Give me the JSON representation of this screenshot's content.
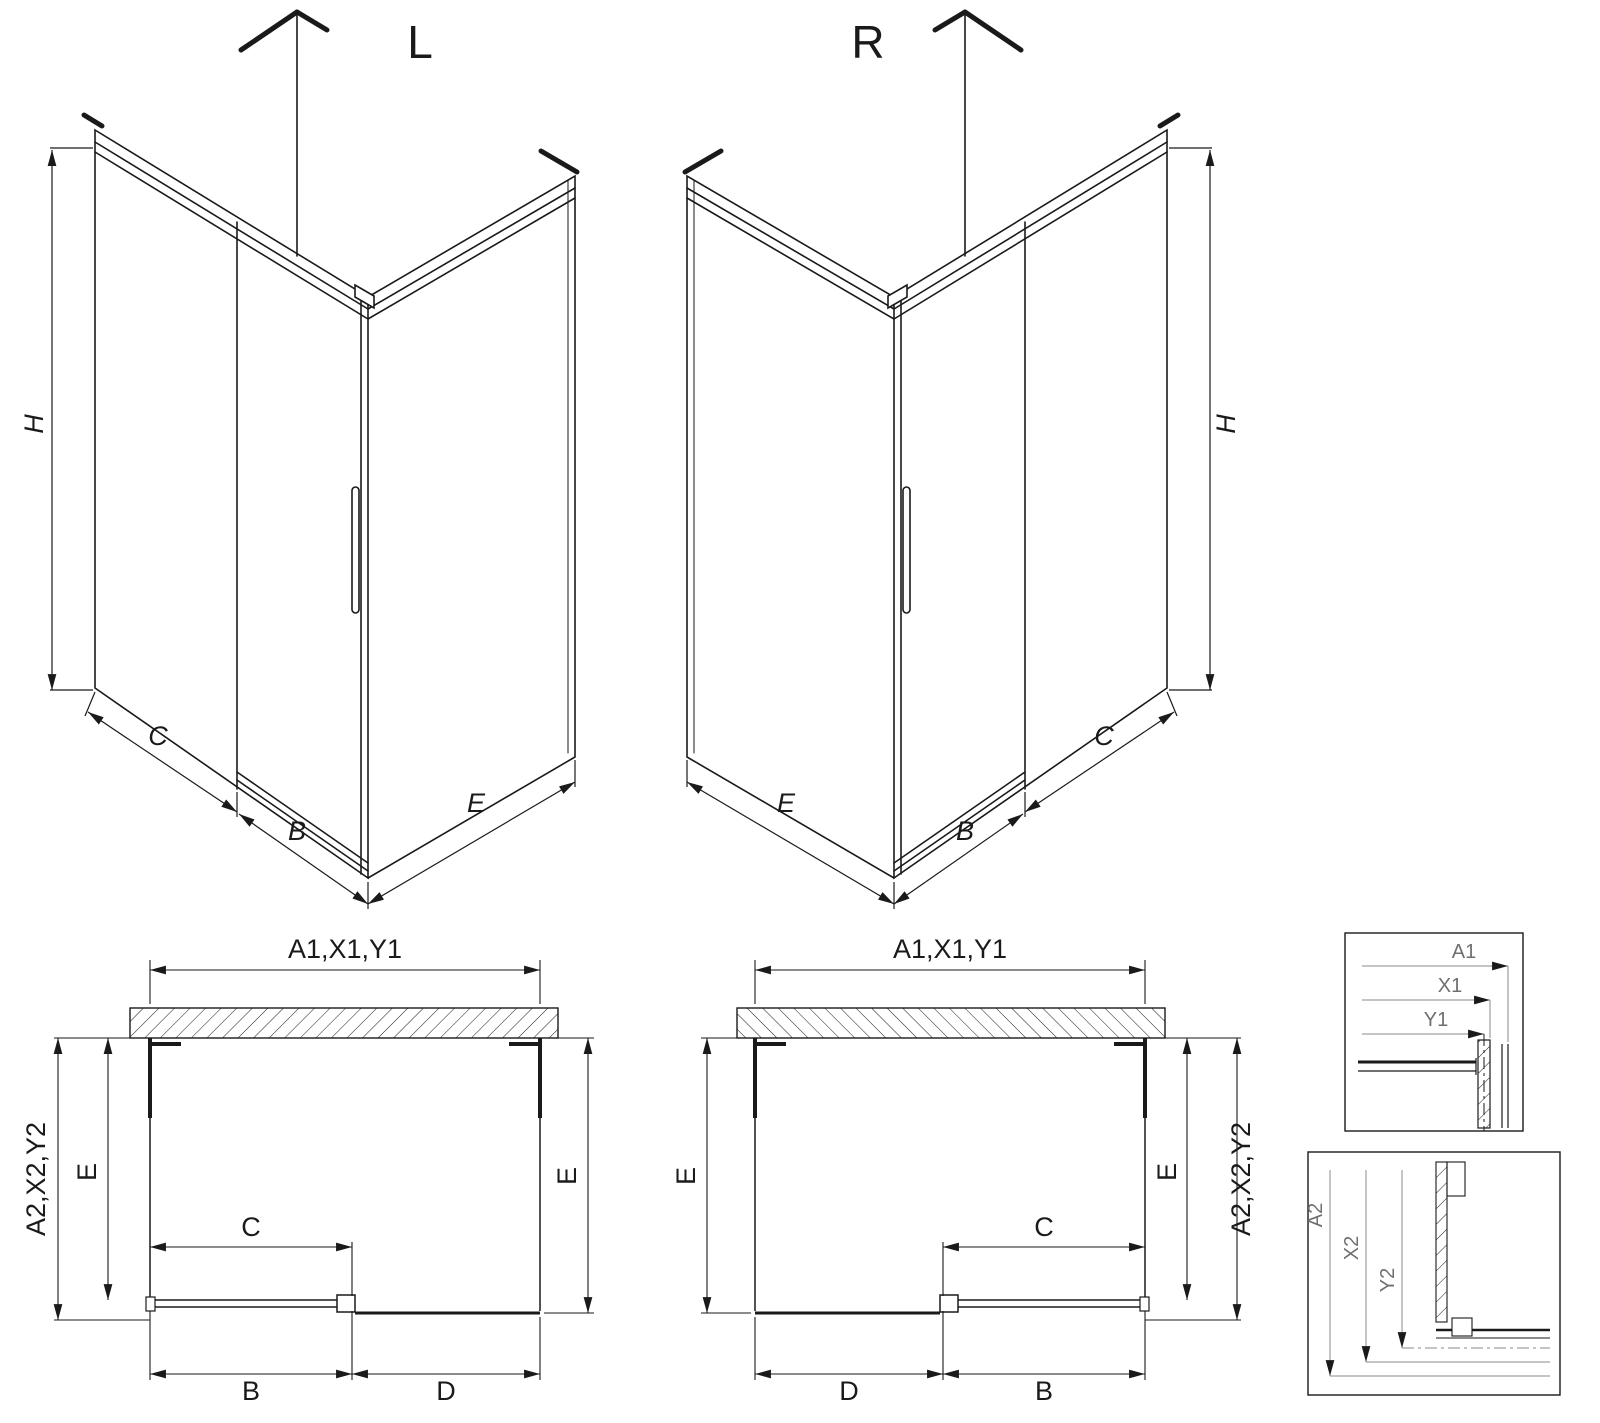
{
  "iso_left": {
    "view_label": "L",
    "h": "H",
    "c": "C",
    "b": "B",
    "e": "E"
  },
  "iso_right": {
    "view_label": "R",
    "h": "H",
    "c": "C",
    "b": "B",
    "e": "E"
  },
  "plan_left": {
    "top_dim": "A1,X1,Y1",
    "outer_dim": "A2,X2,Y2",
    "e_left": "E",
    "e_right": "E",
    "c": "C",
    "b": "B",
    "d": "D"
  },
  "plan_right": {
    "top_dim": "A1,X1,Y1",
    "outer_dim": "A2,X2,Y2",
    "e_left": "E",
    "e_right": "E",
    "c": "C",
    "b": "B",
    "d": "D"
  },
  "detail_top": {
    "a1": "A1",
    "x1": "X1",
    "y1": "Y1"
  },
  "detail_bottom": {
    "a2": "A2",
    "x2": "X2",
    "y2": "Y2"
  },
  "colors": {
    "line": "#1a1a1a",
    "detail_label": "#6f6f6f",
    "background": "#ffffff"
  }
}
